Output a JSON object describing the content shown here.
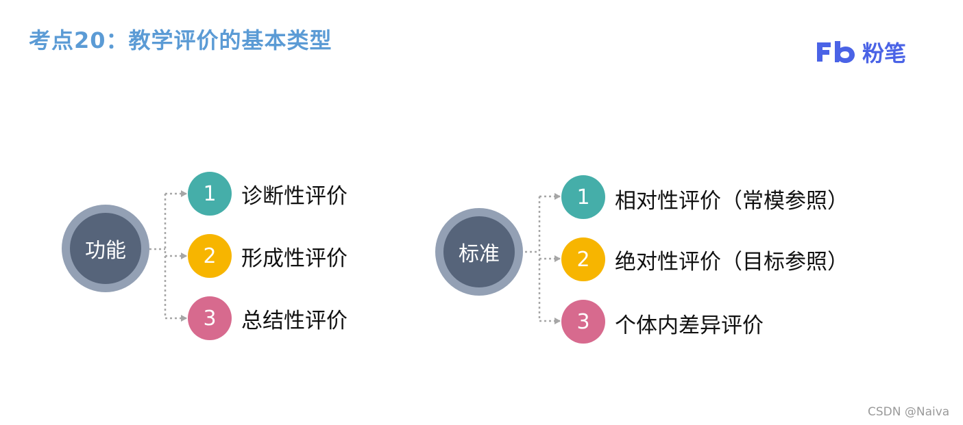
{
  "title": "考点20：教学评价的基本类型",
  "logo": {
    "text": "粉笔",
    "icon": "fenbi-fb-logo",
    "color": "#4a63e6"
  },
  "colors": {
    "title": "#5b9bd5",
    "hub": "#56647a",
    "hub_ring": "#93a0b4",
    "teal": "#45aea9",
    "amber": "#f7b500",
    "pink": "#d76a8e",
    "connector": "#a6a6a6"
  },
  "groups": [
    {
      "hub": "功能",
      "items": [
        {
          "num": "1",
          "label": "诊断性评价"
        },
        {
          "num": "2",
          "label": "形成性评价"
        },
        {
          "num": "3",
          "label": "总结性评价"
        }
      ]
    },
    {
      "hub": "标准",
      "items": [
        {
          "num": "1",
          "label": "相对性评价（常模参照）"
        },
        {
          "num": "2",
          "label": "绝对性评价（目标参照）"
        },
        {
          "num": "3",
          "label": "个体内差异评价"
        }
      ]
    }
  ],
  "watermark": "CSDN @Naiva"
}
